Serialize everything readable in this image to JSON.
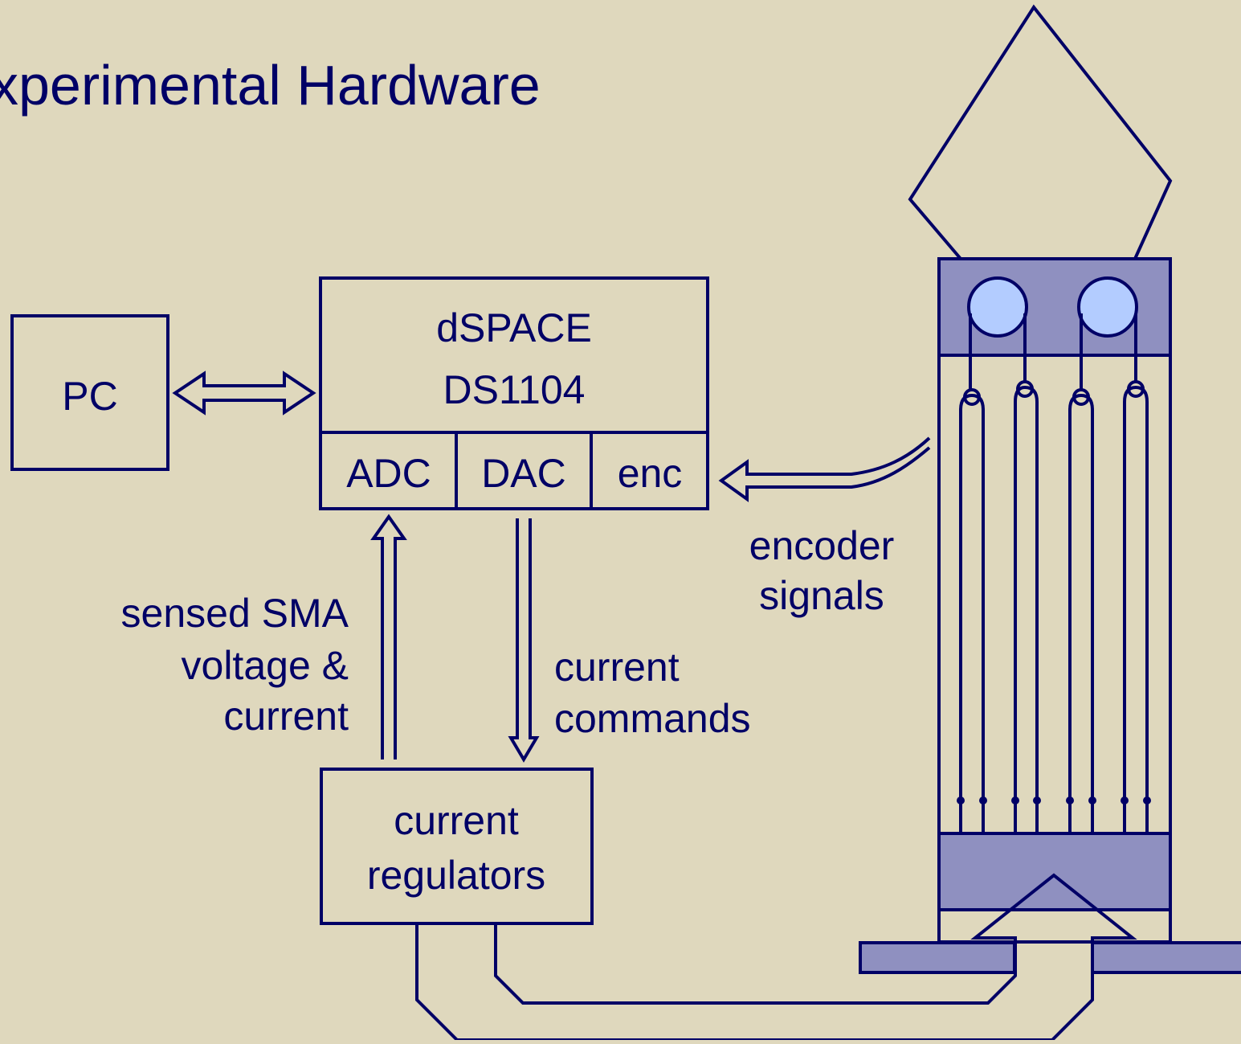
{
  "title": "xperimental Hardware",
  "colors": {
    "background": "#dfd8bd",
    "stroke": "#000066",
    "block_fill": "#8f90c0",
    "pulley_fill": "#b3ccff"
  },
  "boxes": {
    "pc": "PC",
    "dspace_line1": "dSPACE",
    "dspace_line2": "DS1104",
    "adc": "ADC",
    "dac": "DAC",
    "enc": "enc",
    "regulators_line1": "current",
    "regulators_line2": "regulators"
  },
  "labels": {
    "encoder_line1": "encoder",
    "encoder_line2": "signals",
    "sensed_line1": "sensed SMA",
    "sensed_line2": "voltage &",
    "sensed_line3": "current",
    "commands_line1": "current",
    "commands_line2": "commands"
  }
}
